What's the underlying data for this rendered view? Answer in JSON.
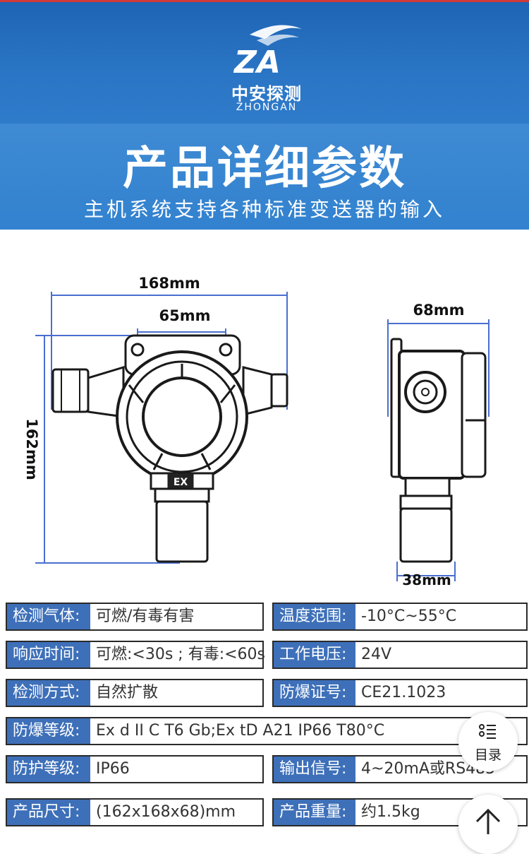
{
  "brand": {
    "logo_mark": "ZA",
    "name_cn": "中安探测",
    "name_en": "ZHONGAN"
  },
  "banner": {
    "title": "产品详细参数",
    "subtitle": "主机系统支持各种标准变送器的输入"
  },
  "dimensions": {
    "width_168": "168mm",
    "width_65": "65mm",
    "height_162": "162mm",
    "depth_68": "68mm",
    "base_38": "38mm",
    "ex_mark": "EX"
  },
  "specs": [
    {
      "label": "检测气体:",
      "value": "可燃/有毒有害"
    },
    {
      "label": "温度范围:",
      "value": "-10°C~55°C"
    },
    {
      "label": "响应时间:",
      "value": "可燃:<30s ; 有毒:<60s"
    },
    {
      "label": "工作电压:",
      "value": "24V"
    },
    {
      "label": "检测方式:",
      "value": "自然扩散"
    },
    {
      "label": "防爆证号:",
      "value": "CE21.1023"
    },
    {
      "label": "防爆等级:",
      "value": "Ex d II C T6 Gb;Ex tD A21 IP66 T80°C"
    },
    {
      "label": "防护等级:",
      "value": "IP66"
    },
    {
      "label": "输出信号:",
      "value": "4~20mA或RS485"
    },
    {
      "label": "产品尺寸:",
      "value": "(162x168x68)mm"
    },
    {
      "label": "产品重量:",
      "value": "约1.5kg"
    }
  ],
  "floating": {
    "toc_label": "目录",
    "toc_icon": "list-icon",
    "top_icon": "arrow-up-icon"
  },
  "colors": {
    "header": "#2a74c4",
    "banner": "#3a86d1",
    "label_bg": "#3e70b9"
  }
}
